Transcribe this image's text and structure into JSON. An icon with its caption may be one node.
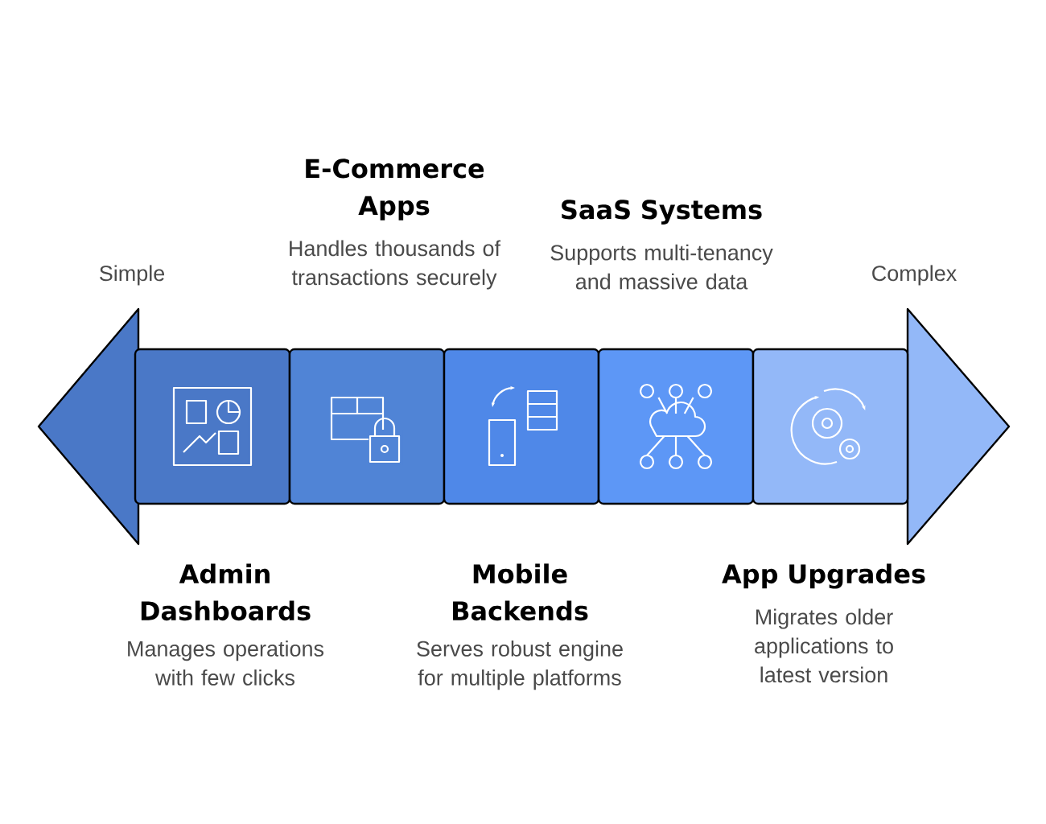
{
  "diagram": {
    "nodes": [
      {
        "text": [
          "Admin Dashboards",
          "Manages operations with few clicks"
        ]
      },
      {
        "text": [
          "E-Commerce Apps",
          "Handles thousands of transactions securely"
        ]
      },
      {
        "text": [
          "Mobile Backends",
          "Serves robust engine for multiple platforms"
        ]
      },
      {
        "text": [
          "SaaS Systems",
          "Supports multi-tenancy and massive data"
        ]
      },
      {
        "text": [
          "App Upgrades",
          "Migrates older applications to latest version"
        ]
      }
    ],
    "labels": [
      "Simple",
      "Complex"
    ]
  }
}
